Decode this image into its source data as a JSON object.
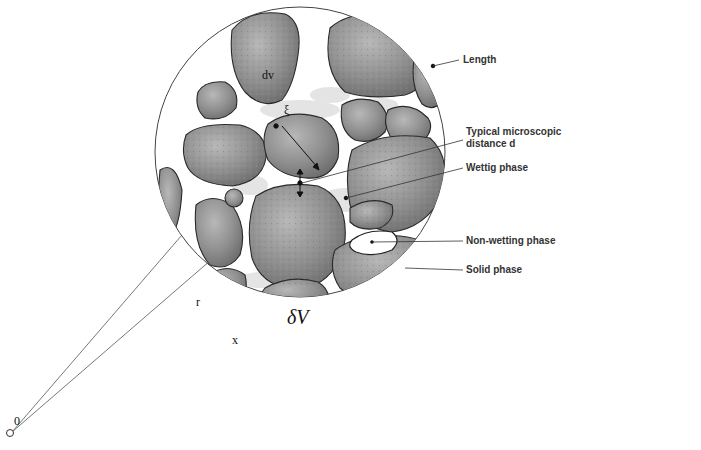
{
  "diagram": {
    "labels": [
      "Length",
      "Typical microscopic distance d",
      "Wettig phase",
      "Non-wetting phase",
      "Solid phase",
      "δV",
      "dv",
      "ξ",
      "r",
      "x",
      "0"
    ]
  }
}
